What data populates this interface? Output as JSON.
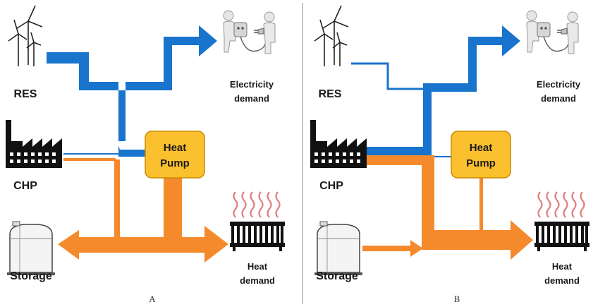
{
  "panels": [
    {
      "caption": "A",
      "labels": {
        "res": "RES",
        "chp": "CHP",
        "storage": "Storage",
        "electricity_demand_line1": "Electricity",
        "electricity_demand_line2": "demand",
        "heat_demand_line1": "Heat",
        "heat_demand_line2": "demand",
        "heat_pump_line1": "Heat",
        "heat_pump_line2": "Pump"
      }
    },
    {
      "caption": "B",
      "labels": {
        "res": "RES",
        "chp": "CHP",
        "storage": "Storage",
        "electricity_demand_line1": "Electricity",
        "electricity_demand_line2": "demand",
        "heat_demand_line1": "Heat",
        "heat_demand_line2": "demand",
        "heat_pump_line1": "Heat",
        "heat_pump_line2": "Pump"
      }
    }
  ],
  "colors": {
    "electricity": "#1874cd",
    "heat": "#f58a2c",
    "heat_pump_fill": "#fbc02d",
    "heat_pump_border": "#c98a00",
    "heat_glow": "#d9534f"
  },
  "icons": [
    "wind-turbine-icon",
    "factory-icon",
    "storage-tank-icon",
    "plug-people-icon",
    "radiator-icon"
  ]
}
